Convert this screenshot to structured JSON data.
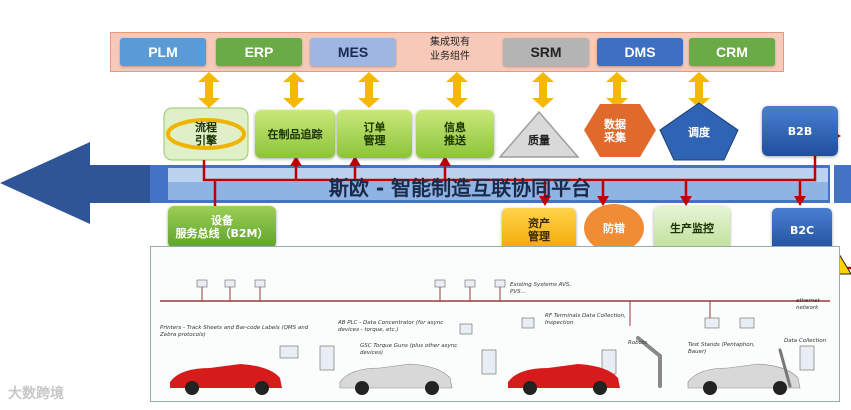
{
  "top_systems": {
    "plm": "PLM",
    "erp": "ERP",
    "mes": "MES",
    "components_line1": "集成现有",
    "components_line2": "业务组件",
    "srm": "SRM",
    "dms": "DMS",
    "crm": "CRM"
  },
  "modules": {
    "process_engine_l1": "流程",
    "process_engine_l2": "引擎",
    "wip_tracking": "在制品追踪",
    "order_mgmt_l1": "订单",
    "order_mgmt_l2": "管理",
    "info_push_l1": "信息",
    "info_push_l2": "推送",
    "quality": "质量",
    "data_collect_l1": "数据",
    "data_collect_l2": "采集",
    "scheduling": "调度",
    "b2b": "B2B",
    "b2c": "B2C",
    "device_bus_l1": "设备",
    "device_bus_l2": "服务总线（B2M）",
    "asset_mgmt_l1": "资产",
    "asset_mgmt_l2": "管理",
    "error_proof": "防错",
    "production_monitor": "生产监控"
  },
  "platform_title": "斯欧 - 智能制造互联协同平台",
  "factory": {
    "printers": "Printers - Track Sheets and Bar-code Labels (QMS and Zebra protocols)",
    "plc": "AB PLC - Data Concentrator (for async devices - torque, etc.)",
    "existing_systems": "Existing Systems AVS, PVS...",
    "rf_terminals": "RF Terminals Data Collection, Inspection",
    "gsc_guns": "GSC Torque Guns (plus other async devices)",
    "robots": "Robots",
    "test_stands": "Test Stands (Pentaphon, Bauer)",
    "data_collection": "Data Collection",
    "ethernet": "ethernet network"
  },
  "watermark": "大数跨境",
  "colors": {
    "plm": "#5b9bd5",
    "erp": "#70ad47",
    "mes": "#8ea9db",
    "srm": "#a6a6a6",
    "dms": "#4472c4",
    "crm": "#70ad47",
    "platform": "#2f5597",
    "red_line": "#c00000"
  }
}
